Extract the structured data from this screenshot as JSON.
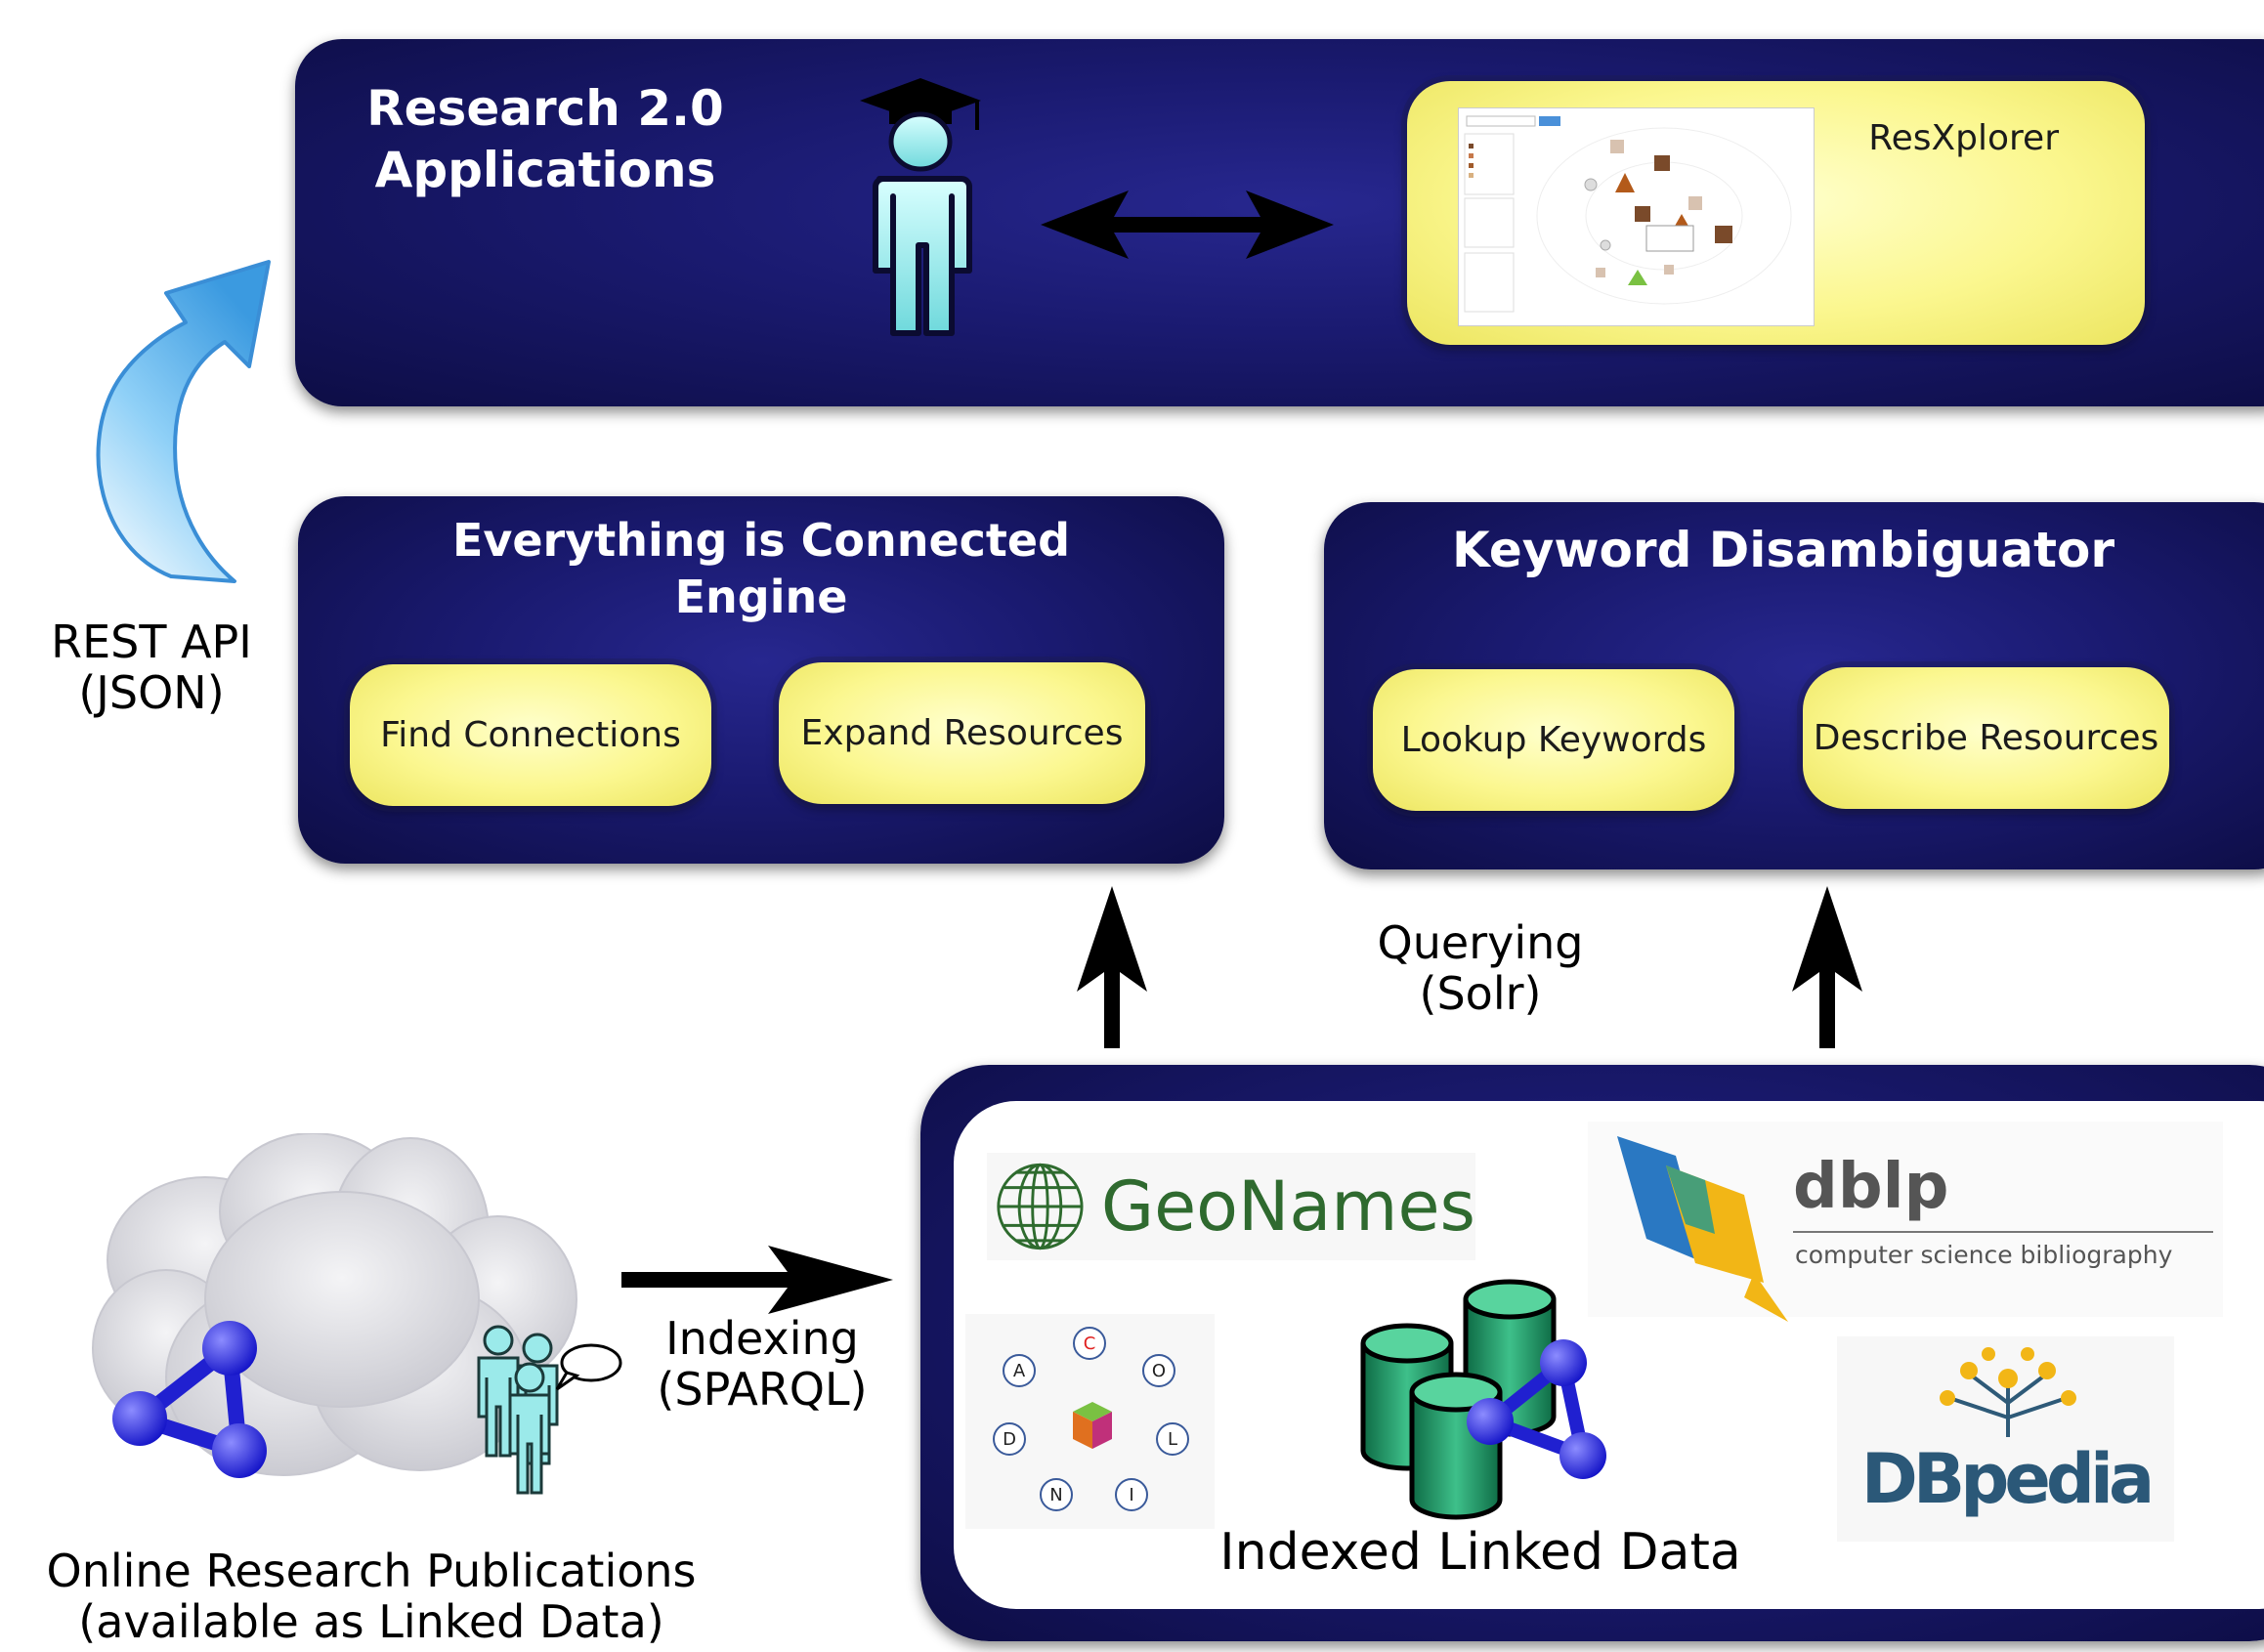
{
  "top_box": {
    "title_line1": "Research 2.0",
    "title_line2": "Applications",
    "app_label": "ResXplorer"
  },
  "rest_api": {
    "line1": "REST API",
    "line2": "(JSON)"
  },
  "engine_box": {
    "title_line1": "Everything is Connected",
    "title_line2": "Engine",
    "buttons": [
      "Find Connections",
      "Expand Resources"
    ]
  },
  "disambiguator_box": {
    "title": "Keyword Disambiguator",
    "buttons": [
      "Lookup Keywords",
      "Describe Resources"
    ]
  },
  "querying": {
    "line1": "Querying",
    "line2": "(Solr)"
  },
  "indexing": {
    "line1": "Indexing",
    "line2": "(SPARQL)"
  },
  "cloud_caption": {
    "line1": "Online Research Publications",
    "line2": "(available as Linked Data)"
  },
  "linked_data_box": {
    "caption": "Indexed Linked Data",
    "logos": {
      "geonames": "GeoNames",
      "dblp_title": "dblp",
      "dblp_subtitle": "computer science bibliography",
      "dbpedia": "DBpedia",
      "codoli_letters": [
        "C",
        "O",
        "L",
        "I",
        "N",
        "D",
        "A"
      ]
    }
  },
  "colors": {
    "navy": "#1a1a70",
    "yellow": "#fbf78f",
    "arrow_blue": "#5bb6f0",
    "teal": "#8fe8e8",
    "cylinder_green": "#1f9e6a",
    "node_blue": "#2323e0"
  },
  "icons": [
    "graduate-person-icon",
    "double-arrow-icon",
    "curved-up-arrow-icon",
    "cloud-icon",
    "graph-icon",
    "people-icon",
    "database-icon",
    "globe-icon"
  ]
}
